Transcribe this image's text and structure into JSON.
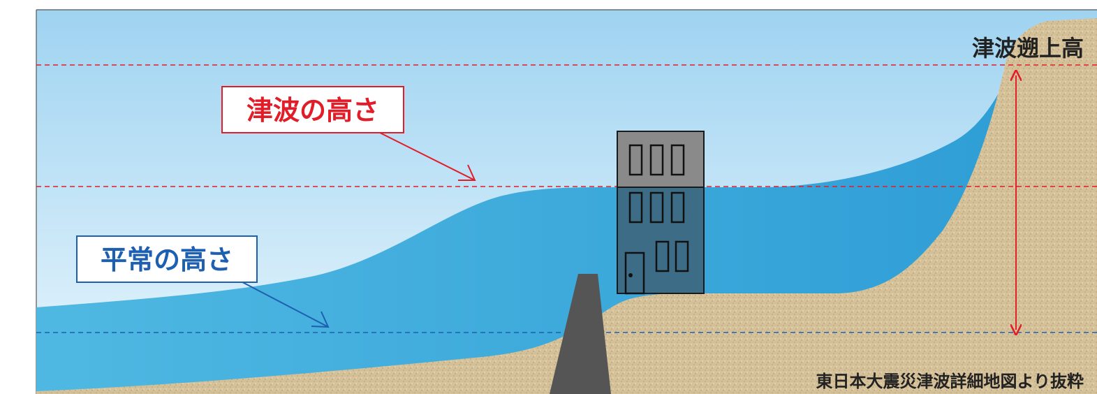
{
  "labels": {
    "tsunami_height": "津波の高さ",
    "normal_height": "平常の高さ",
    "runup_height": "津波遡上高",
    "source": "東日本大震災津波詳細地図より抜粋"
  },
  "colors": {
    "sky_top": "#9fd3f1",
    "sky_bottom": "#e9f6fd",
    "water": "#45aedb",
    "water_dark": "#2d8fc3",
    "land": "#d6c29a",
    "red": "#e11d2a",
    "blue": "#1d5fb0",
    "building": "#3d6c86",
    "building_top": "#8a8a8a",
    "breakwater": "#555555",
    "text_dark": "#222222"
  }
}
